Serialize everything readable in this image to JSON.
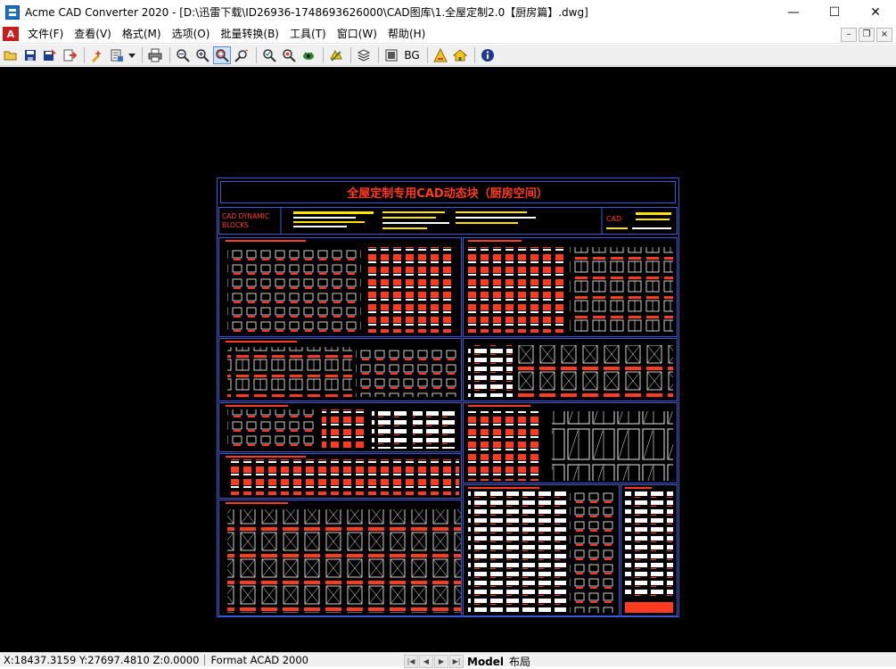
{
  "window": {
    "title": "Acme CAD Converter 2020 - [D:\\迅雷下载\\ID26936-1748693626000\\CAD图库\\1.全屋定制2.0【厨房篇】.dwg]",
    "minimize": "—",
    "maximize": "☐",
    "close": "✕"
  },
  "menu": {
    "logo": "A",
    "items": [
      "文件(F)",
      "查看(V)",
      "格式(M)",
      "选项(O)",
      "批量转换(B)",
      "工具(T)",
      "窗口(W)",
      "帮助(H)"
    ],
    "mdi": [
      "–",
      "❐",
      "×"
    ]
  },
  "toolbar": {
    "bg_label": "BG",
    "icons": [
      "open-icon",
      "save-icon",
      "save-as-icon",
      "export-icon",
      "batch-convert-icon",
      "print-setup-icon",
      "dropdown-icon",
      "print-icon",
      "zoom-out-icon",
      "zoom-in-icon",
      "zoom-window-icon",
      "zoom-extents-icon",
      "zoom-previous-icon",
      "zoom-realtime-icon",
      "pan-icon",
      "layer-icon",
      "layers-manager-icon",
      "fullscreen-icon",
      "bg-color-icon",
      "watermark-icon",
      "home-icon",
      "info-icon"
    ]
  },
  "drawing": {
    "title": "全屋定制专用CAD动态块（厨房空间）",
    "logo_line1": "CAD   DYNAMIC",
    "logo_line2": "BLOCKS",
    "right_logo": "CAD"
  },
  "status": {
    "coords": "X:18437.3159 Y:27697.4810 Z:0.0000",
    "format": "Format ACAD 2000",
    "tabs": [
      "Model",
      "布局"
    ]
  },
  "colors": {
    "border": "#3b5bd6",
    "red": "#ff3b1f",
    "white": "#ffffff",
    "yellow": "#ffe200"
  }
}
